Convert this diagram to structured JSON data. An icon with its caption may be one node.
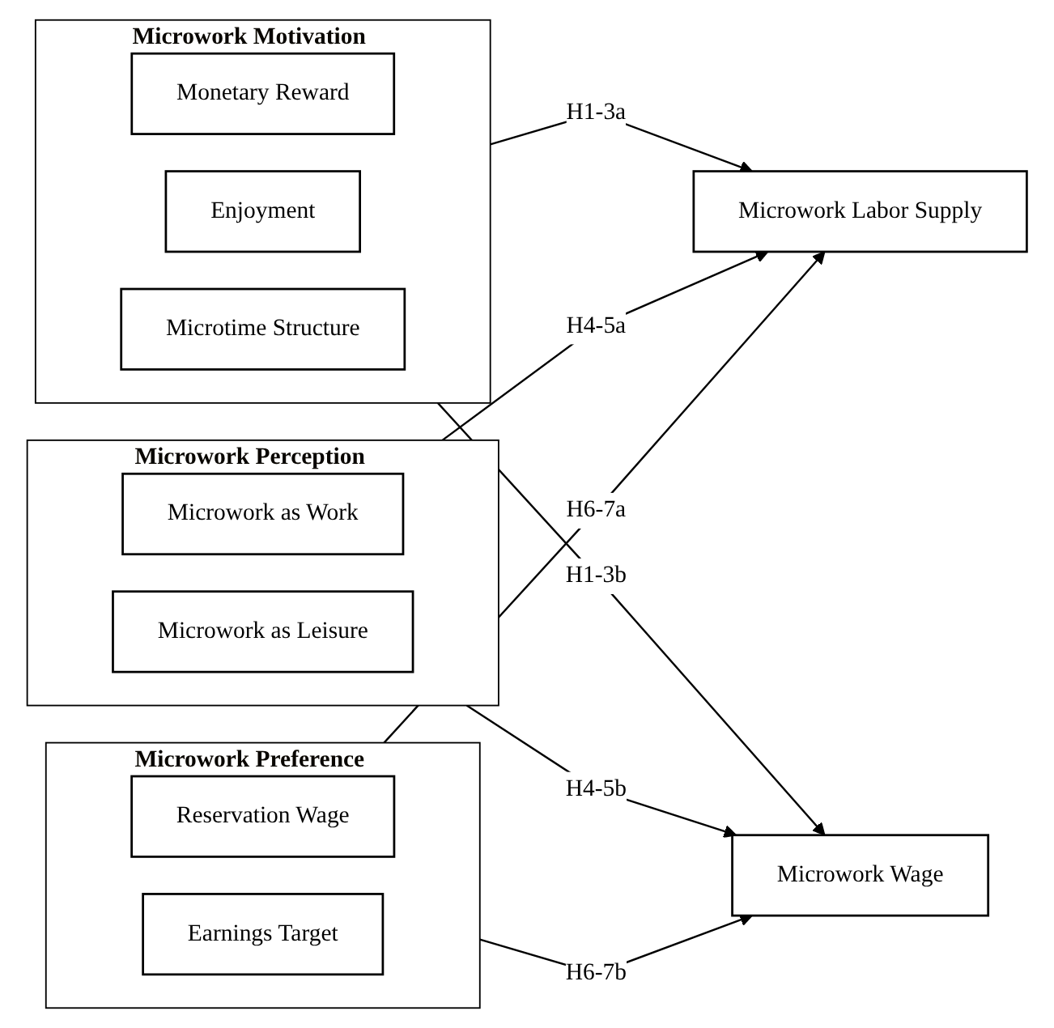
{
  "diagram": {
    "nodes": [
      {
        "text": [
          "Microwork Motivation"
        ]
      },
      {
        "text": [
          "Monetary Reward"
        ],
        "in": 0
      },
      {
        "text": [
          "Enjoyment"
        ],
        "in": 0
      },
      {
        "text": [
          "Microtime Structure"
        ],
        "in": 0
      },
      {
        "text": [
          "Microwork Perception"
        ]
      },
      {
        "text": [
          "Microwork as Work"
        ],
        "in": 4
      },
      {
        "text": [
          "Microwork as Leisure"
        ],
        "in": 4
      },
      {
        "text": [
          "Microwork Preference"
        ]
      },
      {
        "text": [
          "Reservation Wage"
        ],
        "in": 7
      },
      {
        "text": [
          "Earnings Target"
        ],
        "in": 7
      },
      {
        "text": [
          "Microwork Labor Supply"
        ]
      },
      {
        "text": [
          "Microwork Wage"
        ]
      }
    ],
    "edges": [
      {
        "from": 0,
        "to": 10,
        "arrow": "to",
        "label": "H1-3a"
      },
      {
        "from": 0,
        "to": 11,
        "arrow": "to",
        "label": "H1-3b"
      },
      {
        "from": 4,
        "to": 10,
        "arrow": "to",
        "label": "H4-5a"
      },
      {
        "from": 4,
        "to": 11,
        "arrow": "to",
        "label": "H4-5b"
      },
      {
        "from": 7,
        "to": 10,
        "arrow": "to",
        "label": "H6-7a"
      },
      {
        "from": 7,
        "to": 11,
        "arrow": "to",
        "label": "H6-7b"
      }
    ]
  }
}
